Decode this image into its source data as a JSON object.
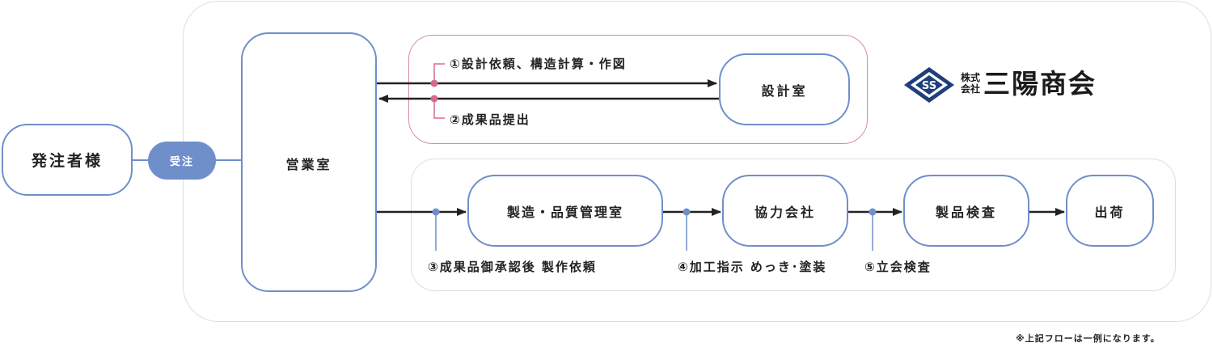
{
  "nodes": {
    "client": "発注者様",
    "sales": "営業室",
    "design": "設計室",
    "manufacturing": "製造・品質管理室",
    "partner": "協力会社",
    "inspection": "製品検査",
    "shipping": "出荷"
  },
  "badge": "受注",
  "steps": {
    "step1": "①設計依頼、構造計算・作図",
    "step2": "②成果品提出",
    "step3": "③成果品御承認後 製作依頼",
    "step4": "④加工指示 めっき･塗装",
    "step5": "⑤立会検査"
  },
  "logo": {
    "mark": "SS",
    "prefix_top": "株式",
    "prefix_bottom": "会社",
    "name": "三陽商会"
  },
  "footnote": "※上記フローは一例になります。",
  "colors": {
    "node_border": "#6f8fca",
    "design_group_border": "#d98aa6",
    "group_border": "#dedede",
    "design_dot": "#d56a90",
    "prod_dot": "#6f8fca",
    "logo_navy": "#1f3f7a"
  }
}
